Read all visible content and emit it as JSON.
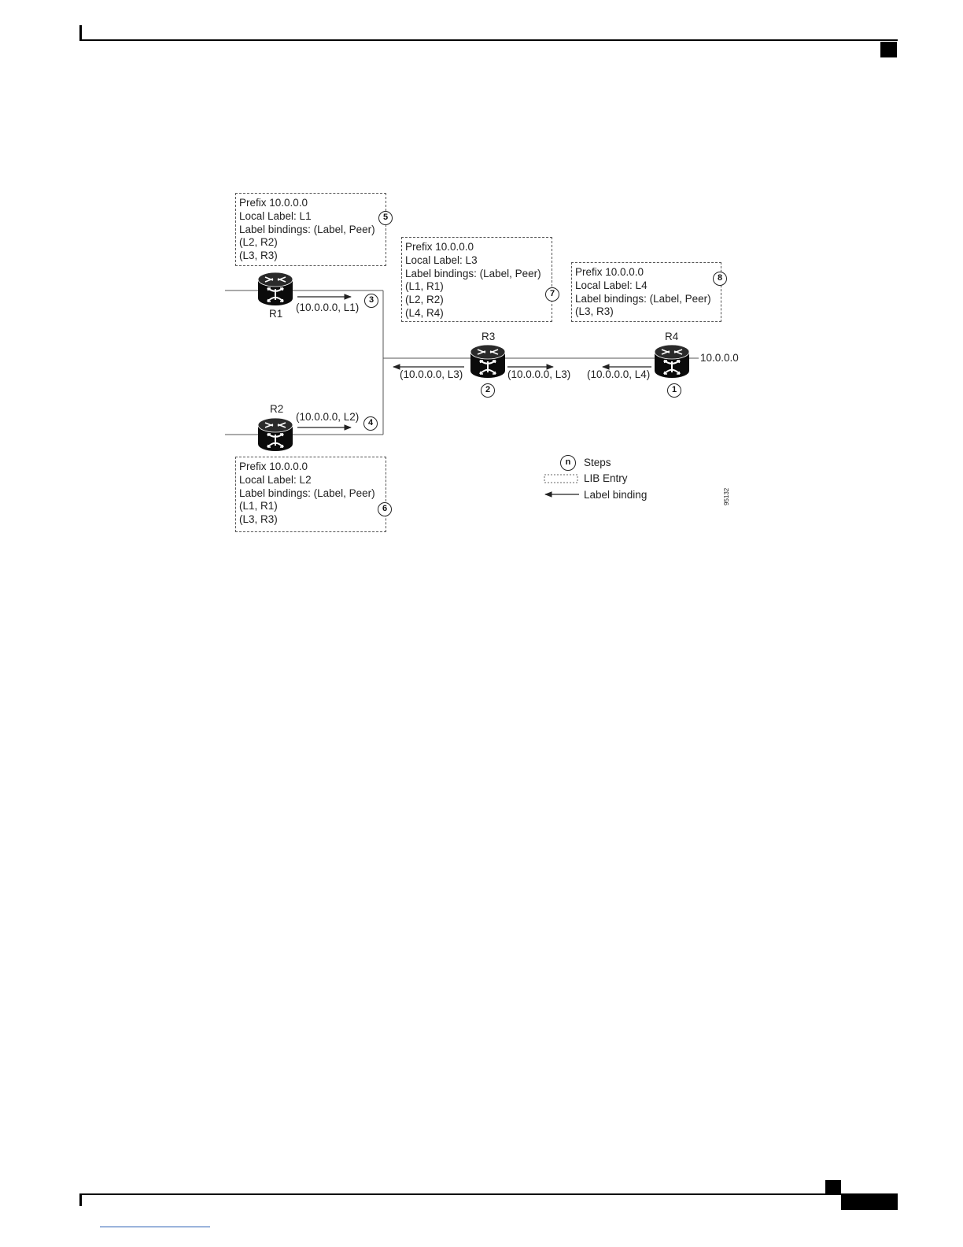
{
  "figure": {
    "routers": [
      {
        "id": "r1",
        "label": "R1"
      },
      {
        "id": "r2",
        "label": "R2"
      },
      {
        "id": "r3",
        "label": "R3"
      },
      {
        "id": "r4",
        "label": "R4"
      }
    ],
    "lib_entries": [
      {
        "id": "r1",
        "lines": [
          "Prefix 10.0.0.0",
          "Local Label: L1",
          "Label bindings: (Label, Peer)",
          "(L2, R2)",
          "(L3, R3)"
        ],
        "step": "5"
      },
      {
        "id": "r3",
        "lines": [
          "Prefix 10.0.0.0",
          "Local Label: L3",
          "Label bindings: (Label, Peer)",
          "(L1, R1)",
          "(L2, R2)",
          "(L4, R4)"
        ],
        "step": "7"
      },
      {
        "id": "r4",
        "lines": [
          "Prefix 10.0.0.0",
          "Local Label: L4",
          "Label bindings: (Label, Peer)",
          "(L3, R3)"
        ],
        "step": "8"
      },
      {
        "id": "r2",
        "lines": [
          "Prefix 10.0.0.0",
          "Local Label: L2",
          "Label bindings: (Label, Peer)",
          "(L1, R1)",
          "(L3, R3)"
        ],
        "step": "6"
      }
    ],
    "bindings": [
      {
        "text": "(10.0.0.0, L1)",
        "step": "3"
      },
      {
        "text": "(10.0.0.0, L2)",
        "step": "4"
      },
      {
        "text": "(10.0.0.0, L3)",
        "step": ""
      },
      {
        "text": "(10.0.0.0, L3)",
        "step": "2"
      },
      {
        "text": "(10.0.0.0, L4)",
        "step": "1"
      }
    ],
    "network_label": "10.0.0.0",
    "legend": {
      "step_symbol": "n",
      "steps": "Steps",
      "lib_entry": "LIB Entry",
      "label_binding": "Label binding"
    },
    "figure_id": "95132"
  }
}
